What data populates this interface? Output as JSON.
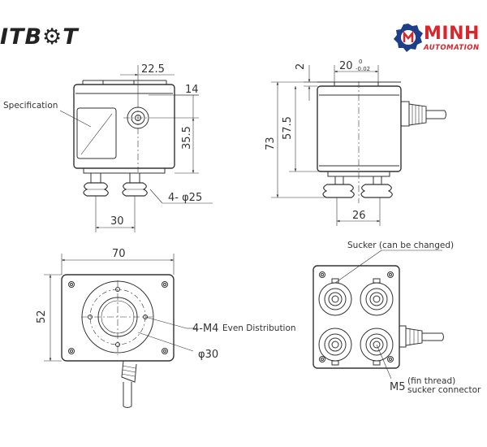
{
  "header": {
    "left_logo": "ITB⚙T",
    "brand_name": "MINH",
    "brand_sub": "AUTOMATION"
  },
  "front_view": {
    "spec_label": "Specification",
    "dim_top": "22.5",
    "dim_right_top": "14",
    "dim_height": "35.5",
    "dim_suckers": "4- φ25",
    "dim_spacing": "30"
  },
  "side_view": {
    "dim_top_small": "2",
    "dim_width": "20",
    "tol_upper": "0",
    "tol_lower": "-0.02",
    "dim_total": "73",
    "dim_body": "57.5",
    "dim_spacing": "26"
  },
  "top_view": {
    "dim_width": "70",
    "dim_height": "52",
    "thread_label": "4-M4",
    "thread_note": "Even Distribution",
    "dia_label": "φ30"
  },
  "bottom_view": {
    "sucker_label": "Sucker (can be changed)",
    "m5_label": "M5",
    "fin_thread": "(fin thread)",
    "connector_label": "sucker connector"
  }
}
